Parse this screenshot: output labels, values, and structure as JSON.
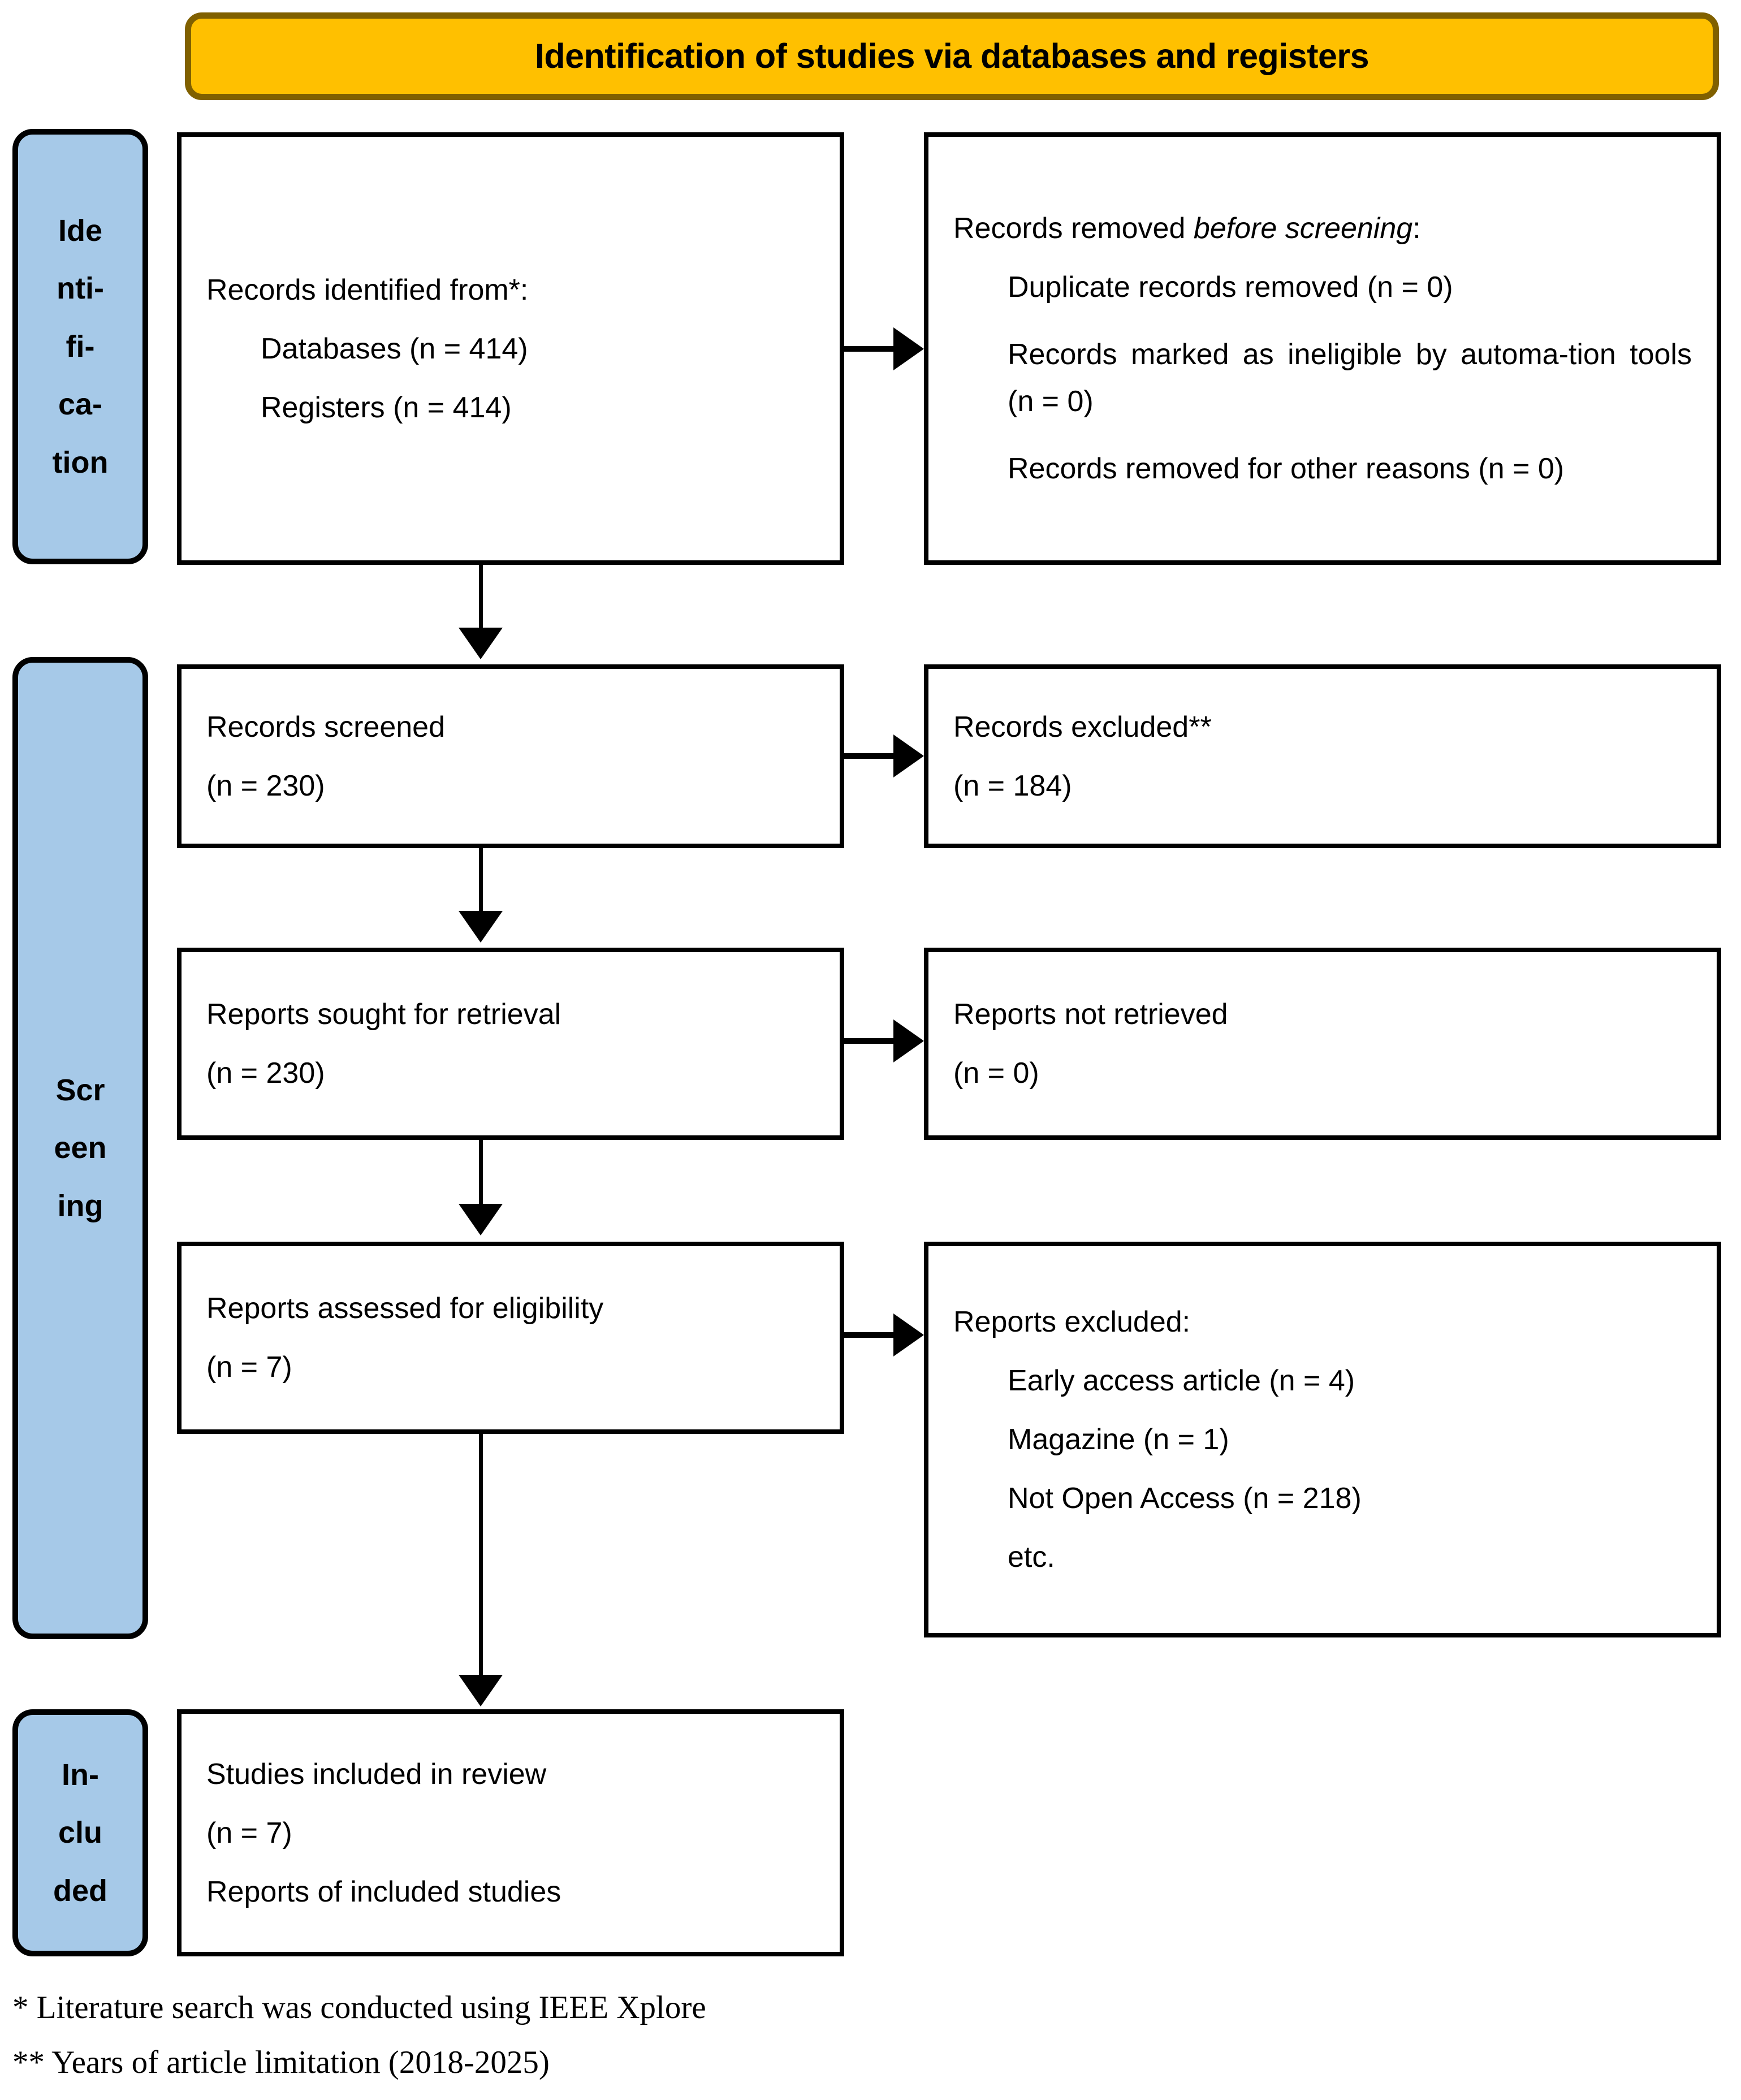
{
  "banner": {
    "title": "Identification of studies via databases and registers",
    "fill_color": "#FFC000",
    "border_color": "#806000"
  },
  "stages": {
    "fill_color": "#A6C9E8",
    "identification": {
      "name": "Identification",
      "lines": [
        "Ide",
        "nti-",
        "fi-",
        "ca-",
        "tion"
      ]
    },
    "screening": {
      "name": "Screening",
      "lines": [
        "Scr",
        "een",
        "ing"
      ]
    },
    "included": {
      "name": "Included",
      "lines": [
        "In-",
        "clu",
        "ded"
      ]
    }
  },
  "boxes": {
    "records_identified": {
      "title": "Records identified from*:",
      "items": [
        "Databases (n = 414)",
        "Registers (n = 414)"
      ]
    },
    "records_removed": {
      "title_prefix": "Records removed ",
      "title_italic": "before screening",
      "title_suffix": ":",
      "items": [
        "Duplicate records removed (n = 0)",
        "Records marked as ineligible by automa-tion tools (n = 0)",
        "Records removed for other reasons (n = 0)"
      ]
    },
    "records_screened": {
      "title": "Records screened",
      "count": "(n = 230)"
    },
    "records_excluded": {
      "title": "Records excluded**",
      "count": "(n = 184)"
    },
    "reports_sought": {
      "title": "Reports sought for retrieval",
      "count": "(n = 230)"
    },
    "reports_not_retrieved": {
      "title": "Reports not retrieved",
      "count": "(n = 0)"
    },
    "reports_assessed": {
      "title": "Reports assessed for eligibility",
      "count": "(n = 7)"
    },
    "reports_excluded": {
      "title": "Reports excluded:",
      "items": [
        "Early access article (n = 4)",
        "Magazine (n = 1)",
        "Not Open Access (n = 218)",
        "etc."
      ]
    },
    "studies_included": {
      "title": "Studies included in review",
      "count": "(n = 7)",
      "subtitle": "Reports of included studies"
    }
  },
  "footnotes": [
    "* Literature search was conducted using IEEE Xplore",
    "** Years of article limitation (2018-2025)"
  ]
}
